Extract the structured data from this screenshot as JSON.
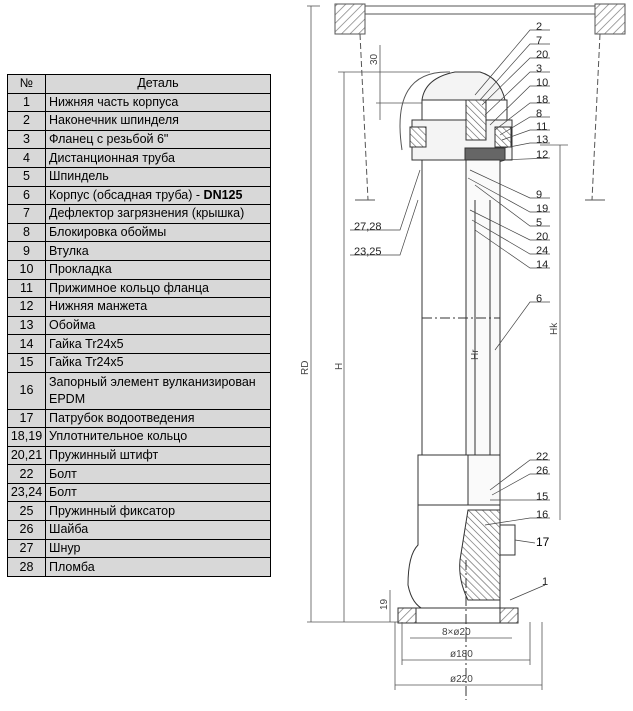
{
  "table": {
    "header": {
      "num": "№",
      "name": "Деталь"
    },
    "rows": [
      {
        "num": "1",
        "name": "Нижняя часть корпуса"
      },
      {
        "num": "2",
        "name": "Наконечник шпинделя"
      },
      {
        "num": "3",
        "name": "Фланец с резьбой 6\""
      },
      {
        "num": "4",
        "name": "Дистанционная труба"
      },
      {
        "num": "5",
        "name": "Шпиндель"
      },
      {
        "num": "6",
        "name": "Корпус (обсадная труба) - ",
        "bold": "DN125"
      },
      {
        "num": "7",
        "name": "Дефлектор загрязнения (крышка)"
      },
      {
        "num": "8",
        "name": "Блокировка обоймы"
      },
      {
        "num": "9",
        "name": "Втулка"
      },
      {
        "num": "10",
        "name": "Прокладка"
      },
      {
        "num": "11",
        "name": "Прижимное кольцо фланца"
      },
      {
        "num": "12",
        "name": "Нижняя манжета"
      },
      {
        "num": "13",
        "name": "Обойма"
      },
      {
        "num": "14",
        "name": "Гайка Tr24x5"
      },
      {
        "num": "15",
        "name": "Гайка Tr24x5"
      },
      {
        "num": "16",
        "name": "Запорный элемент вулканизирован EPDM"
      },
      {
        "num": "17",
        "name": "Патрубок водоотведения"
      },
      {
        "num": "18,19",
        "name": "Уплотнительное кольцо"
      },
      {
        "num": "20,21",
        "name": "Пружинный штифт"
      },
      {
        "num": "22",
        "name": "Болт"
      },
      {
        "num": "23,24",
        "name": "Болт"
      },
      {
        "num": "25",
        "name": "Пружинный фиксатор"
      },
      {
        "num": "26",
        "name": "Шайба"
      },
      {
        "num": "27",
        "name": "Шнур"
      },
      {
        "num": "28",
        "name": "Пломба"
      }
    ]
  },
  "drawing": {
    "callouts_right": [
      "2",
      "7",
      "20",
      "3",
      "10",
      "18",
      "8",
      "11",
      "13",
      "12",
      "9",
      "19",
      "5",
      "20",
      "24",
      "14",
      "6",
      "22",
      "26",
      "15",
      "16",
      "17",
      "1"
    ],
    "callouts_left": [
      "27,28",
      "23,25"
    ],
    "dimensions": {
      "rd": "RD",
      "h": "H",
      "hr": "Hr",
      "hk": "Hk",
      "d30": "30",
      "d19": "19",
      "holes": "8×ø20",
      "d180": "ø180",
      "d220": "ø220"
    }
  }
}
